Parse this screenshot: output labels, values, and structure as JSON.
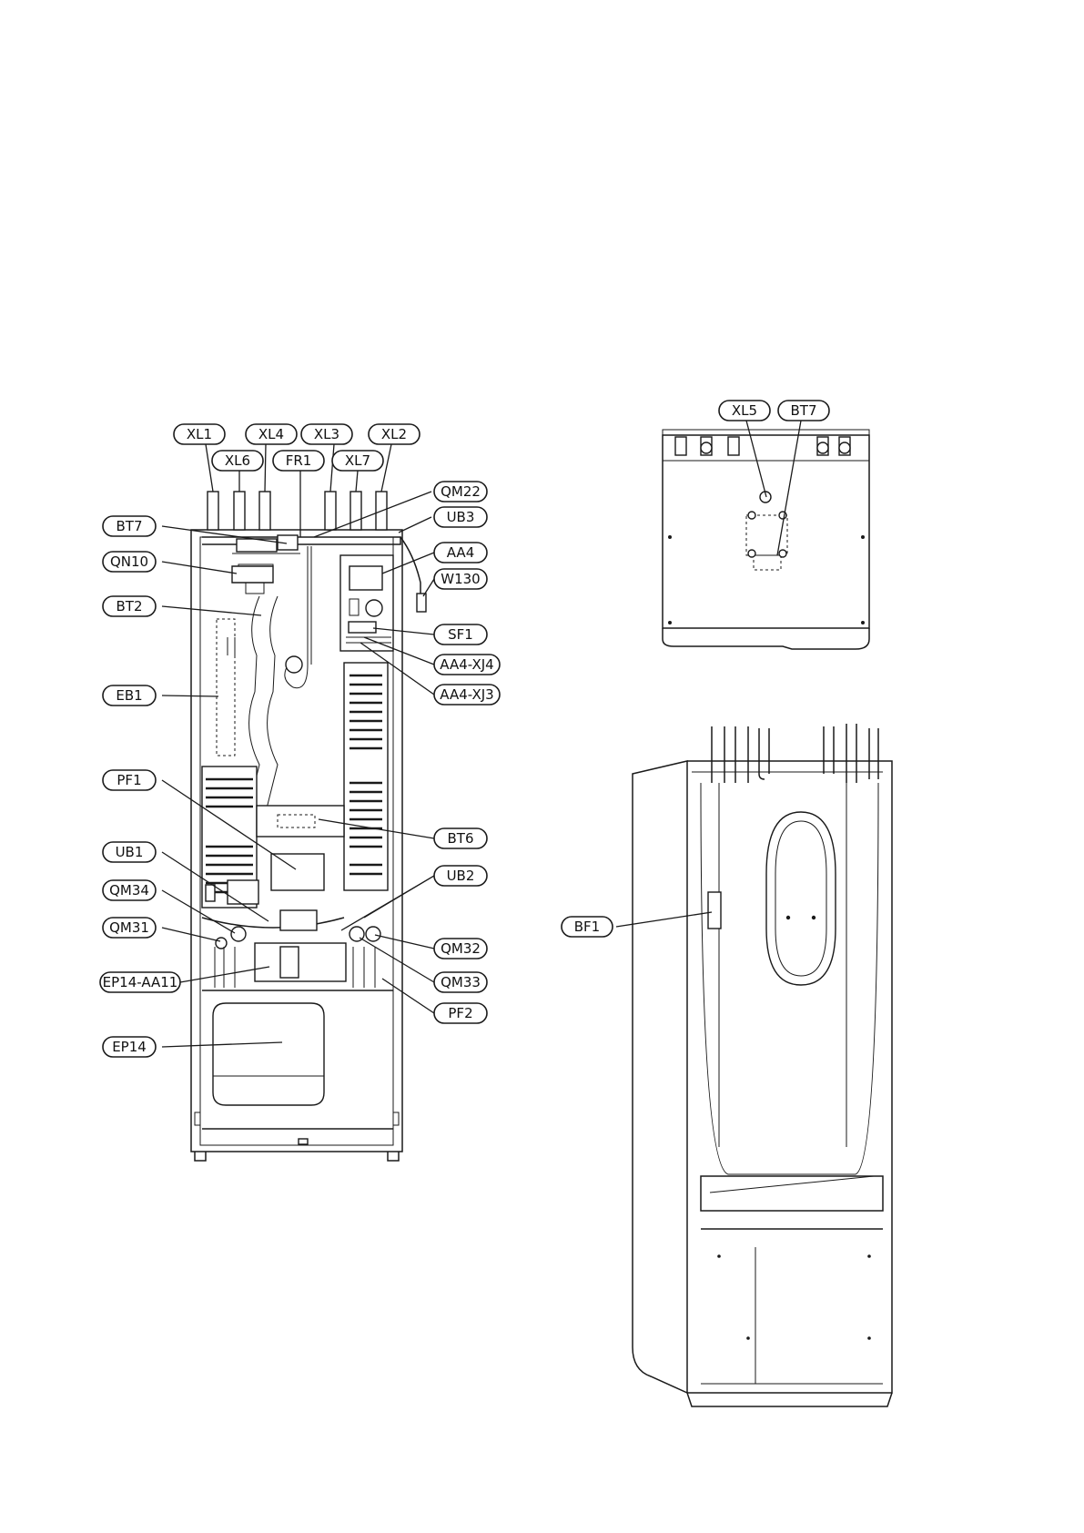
{
  "labels": {
    "front": {
      "XL1": "XL1",
      "XL4": "XL4",
      "XL3": "XL3",
      "XL2": "XL2",
      "XL6": "XL6",
      "FR1": "FR1",
      "XL7": "XL7",
      "QM22": "QM22",
      "UB3": "UB3",
      "BT7": "BT7",
      "QN10": "QN10",
      "AA4": "AA4",
      "W130": "W130",
      "BT2": "BT2",
      "SF1": "SF1",
      "AA4_XJ4": "AA4-XJ4",
      "AA4_XJ3": "AA4-XJ3",
      "EB1": "EB1",
      "PF1": "PF1",
      "BT6": "BT6",
      "UB1": "UB1",
      "UB2": "UB2",
      "QM34": "QM34",
      "QM31": "QM31",
      "QM32": "QM32",
      "EP14_AA11": "EP14-AA11",
      "QM33": "QM33",
      "PF2": "PF2",
      "EP14": "EP14"
    },
    "top": {
      "XL5": "XL5",
      "BT7": "BT7"
    },
    "side": {
      "BF1": "BF1"
    }
  },
  "colors": {
    "line": "#1a1a1a",
    "background": "#ffffff"
  }
}
